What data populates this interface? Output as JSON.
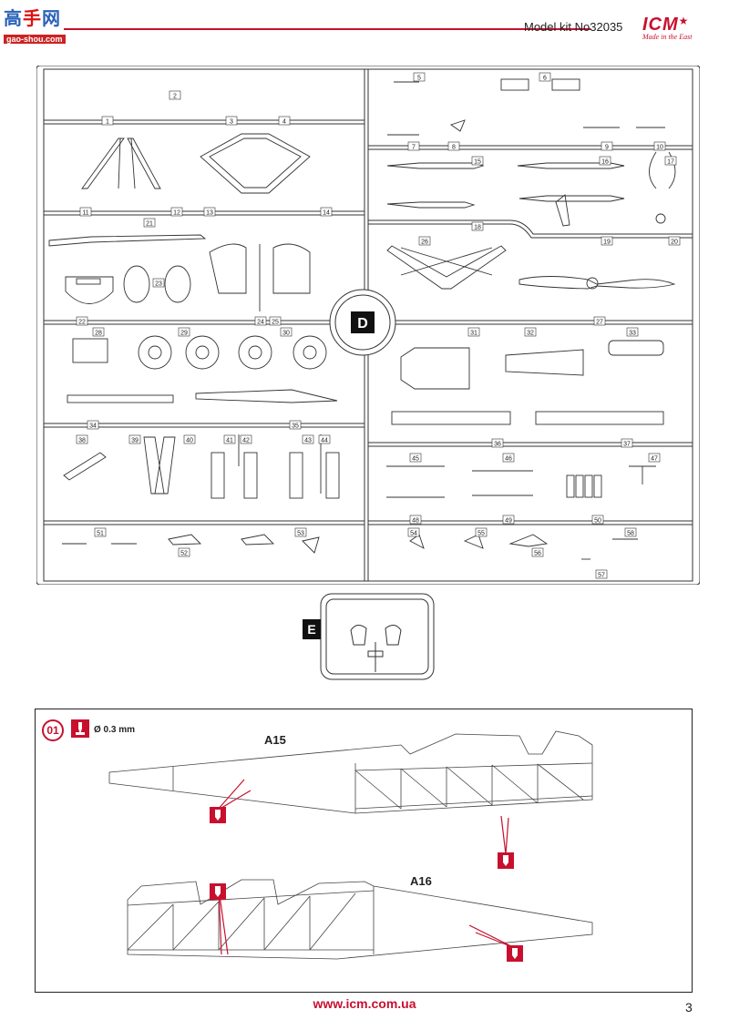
{
  "header": {
    "site_logo_cn_1": "高",
    "site_logo_cn_2": "手",
    "site_logo_cn_3": "网",
    "site_logo_url": "gao-shou.com",
    "title": "Model kit No32035",
    "brand": "ICM",
    "brand_tagline": "Made in the East"
  },
  "sprue_D": {
    "letter": "D",
    "part_numbers": [
      "1",
      "2",
      "3",
      "4",
      "5",
      "6",
      "7",
      "8",
      "9",
      "10",
      "11",
      "12",
      "13",
      "14",
      "15",
      "16",
      "17",
      "18",
      "19",
      "20",
      "21",
      "22",
      "23",
      "24",
      "25",
      "26",
      "27",
      "28",
      "29",
      "30",
      "31",
      "32",
      "33",
      "34",
      "35",
      "36",
      "37",
      "38",
      "39",
      "40",
      "41",
      "42",
      "43",
      "44",
      "45",
      "46",
      "47",
      "48",
      "49",
      "50",
      "51",
      "52",
      "53",
      "54",
      "55",
      "56",
      "57",
      "58"
    ]
  },
  "sprue_E": {
    "letter": "E"
  },
  "step": {
    "number": "01",
    "drill_size": "Ø 0.3 mm",
    "part_a": "A15",
    "part_b": "A16"
  },
  "footer": {
    "url": "www.icm.com.ua",
    "page": "3"
  },
  "colors": {
    "accent": "#c8102e",
    "line": "#222222"
  }
}
